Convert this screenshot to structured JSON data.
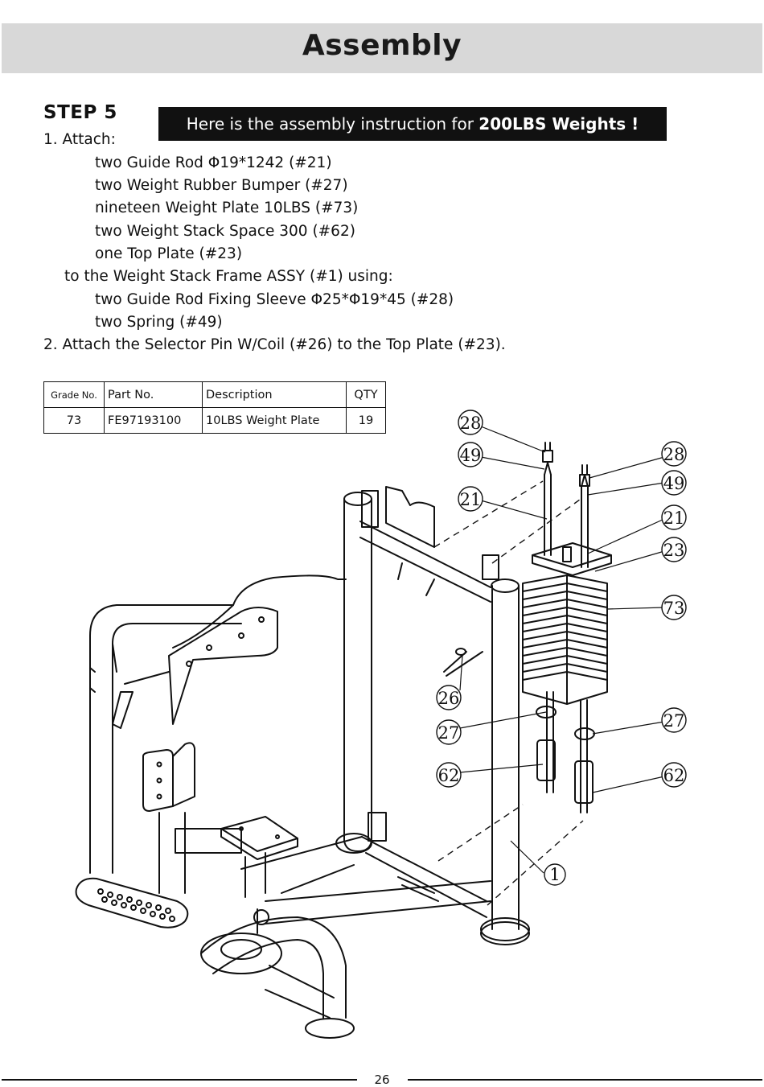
{
  "header": {
    "title": "Assembly"
  },
  "step": {
    "title": "STEP 5",
    "banner_prefix": "Here is the assembly instruction for ",
    "banner_bold": "200LBS Weights !"
  },
  "instructions": {
    "line1": "1. Attach:",
    "item1": "two Guide Rod Φ19*1242 (#21)",
    "item2": "two Weight Rubber Bumper (#27)",
    "item3": "nineteen Weight Plate 10LBS (#73)",
    "item4": "two Weight Stack Space 300 (#62)",
    "item5": "one Top Plate (#23)",
    "to_frame": "to the Weight Stack Frame ASSY (#1) using:",
    "item6": "two Guide Rod Fixing Sleeve Φ25*Φ19*45 (#28)",
    "item7": "two Spring (#49)",
    "line2": "2. Attach the Selector Pin W/Coil (#26) to the Top Plate (#23)."
  },
  "parts_table": {
    "headers": {
      "grade": "Grade No.",
      "part": "Part No.",
      "description": "Description",
      "qty": "QTY"
    },
    "row": {
      "grade": "73",
      "part": "FE97193100",
      "description": "10LBS Weight Plate",
      "qty": "19"
    }
  },
  "callouts": {
    "c28a": "28",
    "c49a": "49",
    "c21a": "21",
    "c26": "26",
    "c27a": "27",
    "c62a": "62",
    "c28b": "28",
    "c49b": "49",
    "c21b": "21",
    "c23": "23",
    "c73": "73",
    "c27b": "27",
    "c62b": "62",
    "c1": "1"
  },
  "footer": {
    "page_number": "26"
  }
}
